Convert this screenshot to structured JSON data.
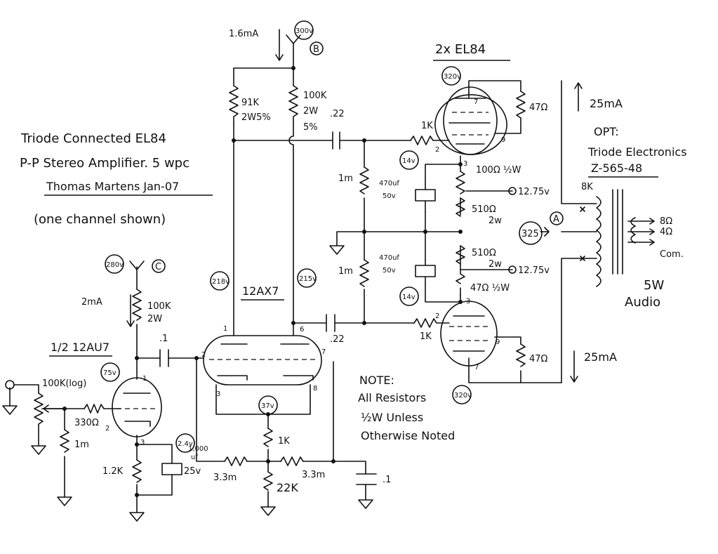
{
  "title": {
    "line1": "Triode Connected EL84",
    "line2": "P-P Stereo Amplifier. 5 wpc",
    "author": "Thomas Martens Jan-07",
    "note": "(one channel shown)"
  },
  "headers": {
    "output_tubes": "2x EL84",
    "driver_tube": "12AX7",
    "input_tube": "1/2 12AU7"
  },
  "supply": {
    "b_node": "B",
    "b_voltage": "300v",
    "b_current": "1.6mA",
    "c_node": "C",
    "c_voltage": "280v",
    "c_current": "2mA",
    "a_node": "A",
    "a_voltage": "325"
  },
  "voltages": {
    "top_plate": "320v",
    "bottom_plate": "320v",
    "top_cathode": "14v",
    "bottom_cathode": "14v",
    "driver_plate_left": "218v",
    "driver_plate_right": "215v",
    "driver_cathode": "37v",
    "input_plate": "75v",
    "input_cathode": "2.4v"
  },
  "components": {
    "r_91k": "91K",
    "r_91k_spec": "2W5%",
    "r_100k": "100K",
    "r_100k_spec1": "2W",
    "r_100k_spec2": "5%",
    "c_22_top": ".22",
    "c_22_bottom": ".22",
    "r_1k_grid_top": "1K",
    "r_1k_grid_bottom": "1K",
    "r_1m_top": "1m",
    "r_1m_bottom": "1m",
    "c_470_top_val": "470uf",
    "c_470_top_v": "50v",
    "c_470_bottom_val": "470uf",
    "c_470_bottom_v": "50v",
    "r_100_half": "100Ω ½W",
    "r_510_top": "510Ω",
    "r_510_top_w": "2w",
    "r_510_bottom": "510Ω",
    "r_510_bottom_w": "2w",
    "r_47_half": "47Ω ½W",
    "r_47_top": "47Ω",
    "r_47_bottom": "47Ω",
    "tap_top": "12.75v",
    "tap_bottom": "12.75v",
    "r_100k_c": "100K",
    "r_100k_c_w": "2W",
    "c_01_coupling": ".1",
    "pot": "100K(log)",
    "r_330": "330Ω",
    "r_1m_input": "1m",
    "r_12k": "1.2K",
    "c_1000_val": "1,000",
    "c_1000_unit": "uf",
    "c_1000_v": "25v",
    "r_33m_left": "3.3m",
    "r_33m_right": "3.3m",
    "r_1k_tail": "1K",
    "r_22k": "22K",
    "c_01_bypass": ".1"
  },
  "pins": {
    "el84_top_plate": "7",
    "el84_top_grid": "2",
    "el84_top_cathode": "3",
    "el84_top_screen": "9",
    "el84_bot_cathode": "3",
    "el84_bot_grid": "2",
    "el84_bot_screen": "9",
    "el84_bot_plate": "7",
    "ax7_plate_a": "1",
    "ax7_plate_b": "6",
    "ax7_grid_a": "2",
    "ax7_grid_b": "7",
    "ax7_cath_a": "3",
    "ax7_cath_b": "8",
    "au7_plate": "1",
    "au7_grid": "2",
    "au7_cathode": "3"
  },
  "opt": {
    "label": "OPT:",
    "maker": "Triode Electronics",
    "model": "Z-565-48",
    "primary": "8K",
    "tap_8": "8Ω",
    "tap_4": "4Ω",
    "com": "Com."
  },
  "currents": {
    "top": "25mA",
    "bottom": "25mA"
  },
  "output": {
    "power": "5W",
    "label": "Audio"
  },
  "notes": {
    "n1": "NOTE:",
    "n2": "All Resistors",
    "n3": "½W Unless",
    "n4": "Otherwise Noted"
  }
}
